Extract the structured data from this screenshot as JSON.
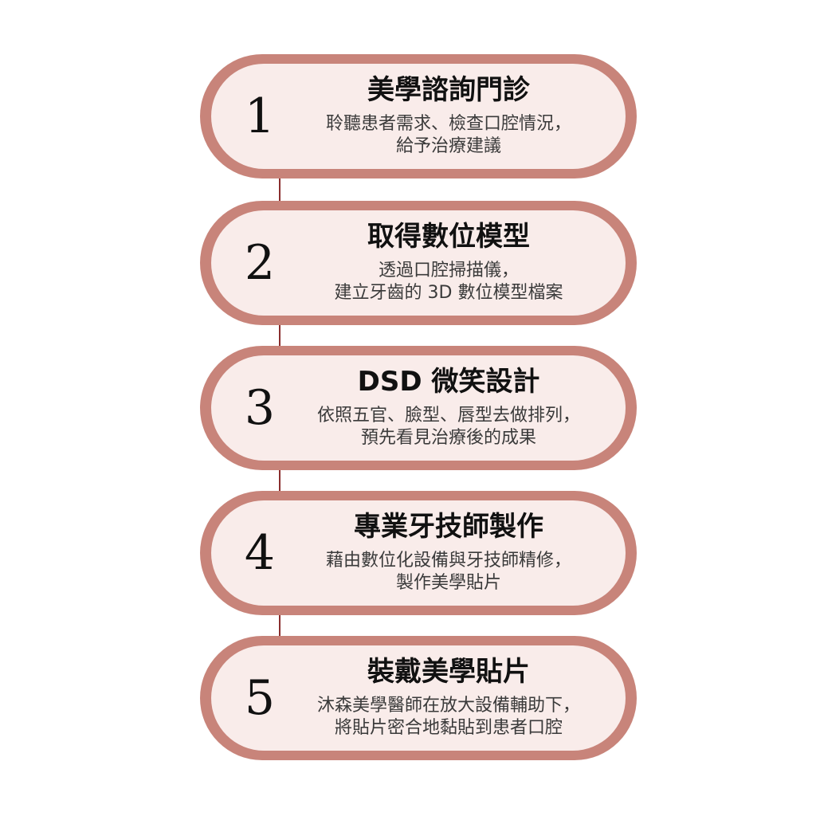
{
  "steps": [
    {
      "number": "1",
      "title": "美學諮詢門診",
      "desc_line1": "聆聽患者需求、檢查口腔情況，",
      "desc_line2": "給予治療建議"
    },
    {
      "number": "2",
      "title": "取得數位模型",
      "desc_line1": "透過口腔掃描儀，",
      "desc_line2": "建立牙齒的 3D 數位模型檔案"
    },
    {
      "number": "3",
      "title": "DSD 微笑設計",
      "desc_line1": "依照五官、臉型、唇型去做排列，",
      "desc_line2": "預先看見治療後的成果"
    },
    {
      "number": "4",
      "title": "專業牙技師製作",
      "desc_line1": "藉由數位化設備與牙技師精修，",
      "desc_line2": "製作美學貼片"
    },
    {
      "number": "5",
      "title": "裝戴美學貼片",
      "desc_line1": "沐森美學醫師在放大設備輔助下，",
      "desc_line2": "將貼片密合地黏貼到患者口腔"
    }
  ]
}
